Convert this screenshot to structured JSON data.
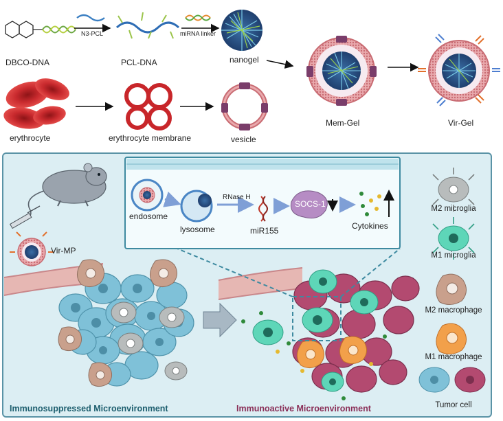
{
  "top": {
    "dbco_dna": "DBCO-DNA",
    "n3_pcl": "N3-PCL",
    "pcl_dna": "PCL-DNA",
    "mirna_linker": "miRNA linker",
    "nanogel": "nanogel",
    "erythrocyte": "erythrocyte",
    "erythrocyte_membrane": "erythrocyte membrane",
    "vesicle": "vesicle",
    "mem_gel": "Mem-Gel",
    "vir_gel": "Vir-Gel"
  },
  "inset": {
    "endosome": "endosome",
    "lysosome": "lysosome",
    "rnase": "RNase H",
    "mir155": "miR155",
    "socs1": "SOCS-1",
    "cytokines": "Cytokines"
  },
  "mouse": {
    "vir_mp": "Vir-MP"
  },
  "legend": {
    "m2_microglia": "M2 microglia",
    "m1_microglia": "M1 microglia",
    "m2_macrophage": "M2 macrophage",
    "m1_macrophage": "M1 macrophage",
    "tumor_cell": "Tumor cell"
  },
  "footer": {
    "left": "Immunosuppressed Microenvironment",
    "right": "Immunoactive Microenvironment"
  },
  "colors": {
    "panel_bg": "#dceef3",
    "panel_border": "#5a93a6",
    "rbc": "#c8262a",
    "membrane": "#d9858b",
    "m1_microglia": "#5ed6b8",
    "m2_microglia": "#b8bcbc",
    "m1_macrophage": "#f2a04a",
    "m2_macrophage": "#c9a08c",
    "tumor_blue": "#7fc1d8",
    "tumor_red": "#b34a70",
    "left_footer": "#1d5e6e",
    "right_footer": "#8a2e57"
  }
}
